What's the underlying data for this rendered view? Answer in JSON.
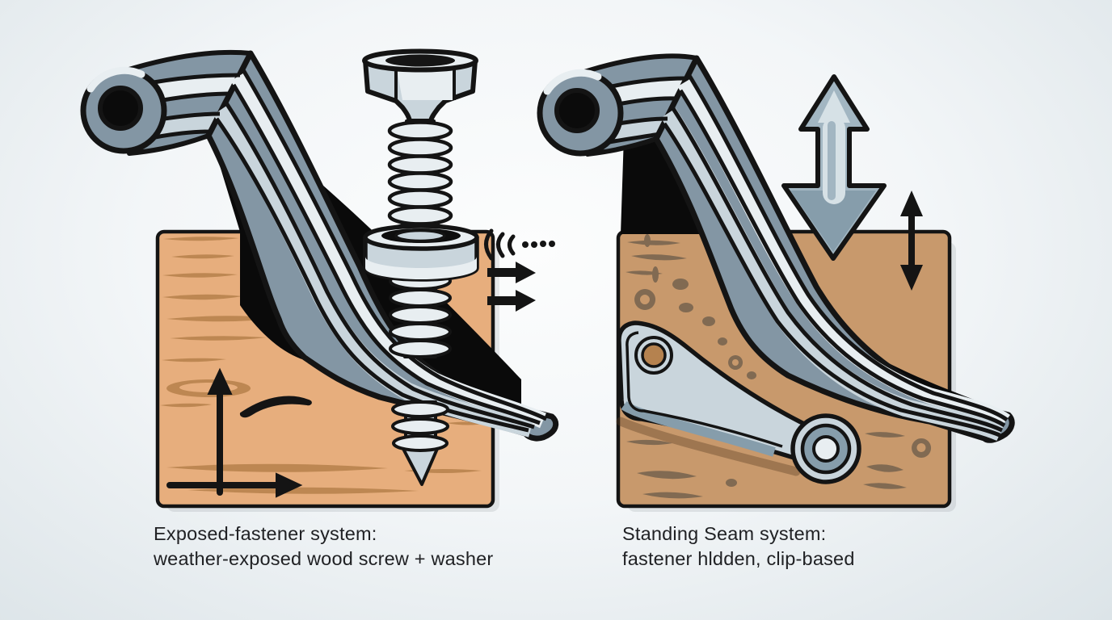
{
  "panels": [
    {
      "id": "exposed-fastener",
      "caption_line1": "Exposed-fastener system:",
      "caption_line2": "weather-exposed wood screw + washer",
      "icons": [
        "wood-screw",
        "sealing-washer",
        "vibration-waves-icon",
        "slide-arrows-icon",
        "wood-grain-arrows-icon"
      ]
    },
    {
      "id": "standing-seam",
      "caption_line1": "Standing Seam system:",
      "caption_line2": "fastener hldden, clip-based",
      "icons": [
        "hidden-clip",
        "clip-fastener-grommet",
        "uplift-double-arrow-icon",
        "vertical-movement-arrow-icon"
      ]
    }
  ],
  "colors": {
    "bg_edge": "#dce4e8",
    "bg_mid": "#fcfdfd",
    "outline": "#141414",
    "metal_mid": "#8396a4",
    "metal_light": "#c9d5dc",
    "metal_lighter": "#e8eef1",
    "metal_dark": "#5f7180",
    "underlayment": "#0a0a0a",
    "wood_left": "#e7ae7d",
    "wood_left_grain": "#bd8752",
    "wood_right": "#c8996c",
    "wood_right_spot": "#816a52",
    "arrow_gray": "#a2b6c2",
    "arrow_gray_light": "#d6e1e6",
    "arrow_gray_dark": "#869dab",
    "caption_text": "#202124"
  }
}
